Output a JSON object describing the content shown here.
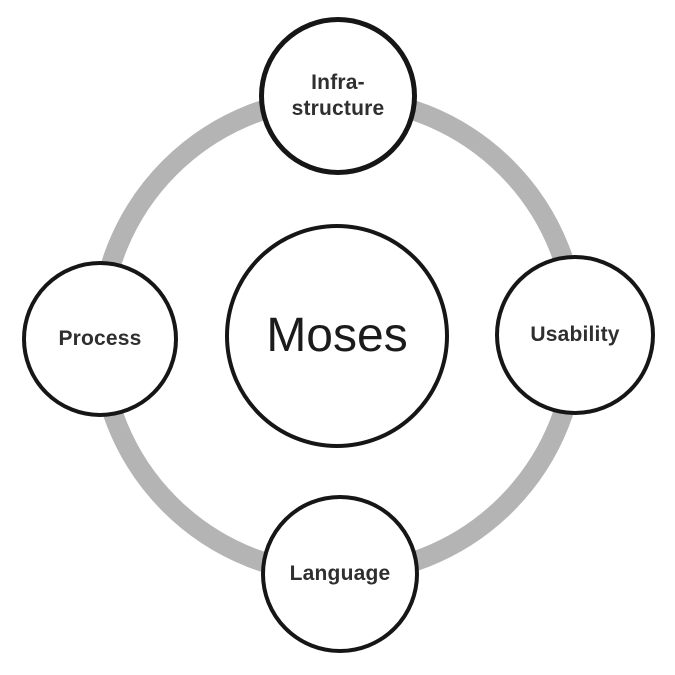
{
  "diagram": {
    "center": {
      "id": "moses",
      "label": "Moses"
    },
    "satellites": [
      {
        "id": "infrastructure",
        "label": "Infra-structure",
        "line1": "Infra-",
        "line2": "structure",
        "position": "top"
      },
      {
        "id": "usability",
        "label": "Usability",
        "position": "right"
      },
      {
        "id": "language",
        "label": "Language",
        "position": "bottom"
      },
      {
        "id": "process",
        "label": "Process",
        "position": "left"
      }
    ],
    "colors": {
      "background": "#ffffff",
      "ring": "#b4b4b4",
      "circle_stroke": "#161616",
      "circle_fill": "#ffffff",
      "label_text": "#2f2f2f",
      "center_text": "#1b1b1b"
    }
  }
}
